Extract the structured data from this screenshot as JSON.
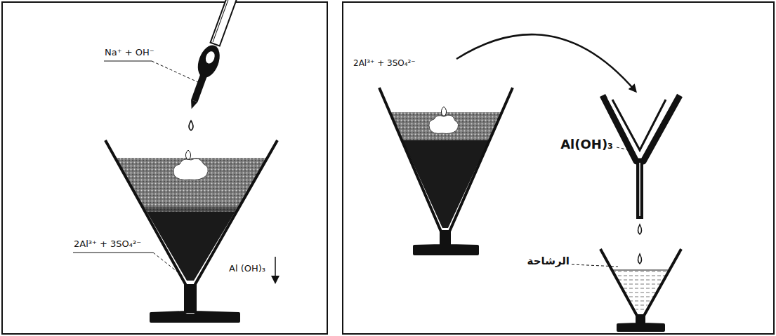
{
  "diagram": {
    "labels": [
      "Na⁺ + OH⁻",
      "2Al³⁺ + 3SO₄²⁻",
      "Al (OH)₃",
      "2Al³⁺ + 3SO₄²⁻",
      "Al(OH)₃",
      "الرشاحة"
    ]
  }
}
